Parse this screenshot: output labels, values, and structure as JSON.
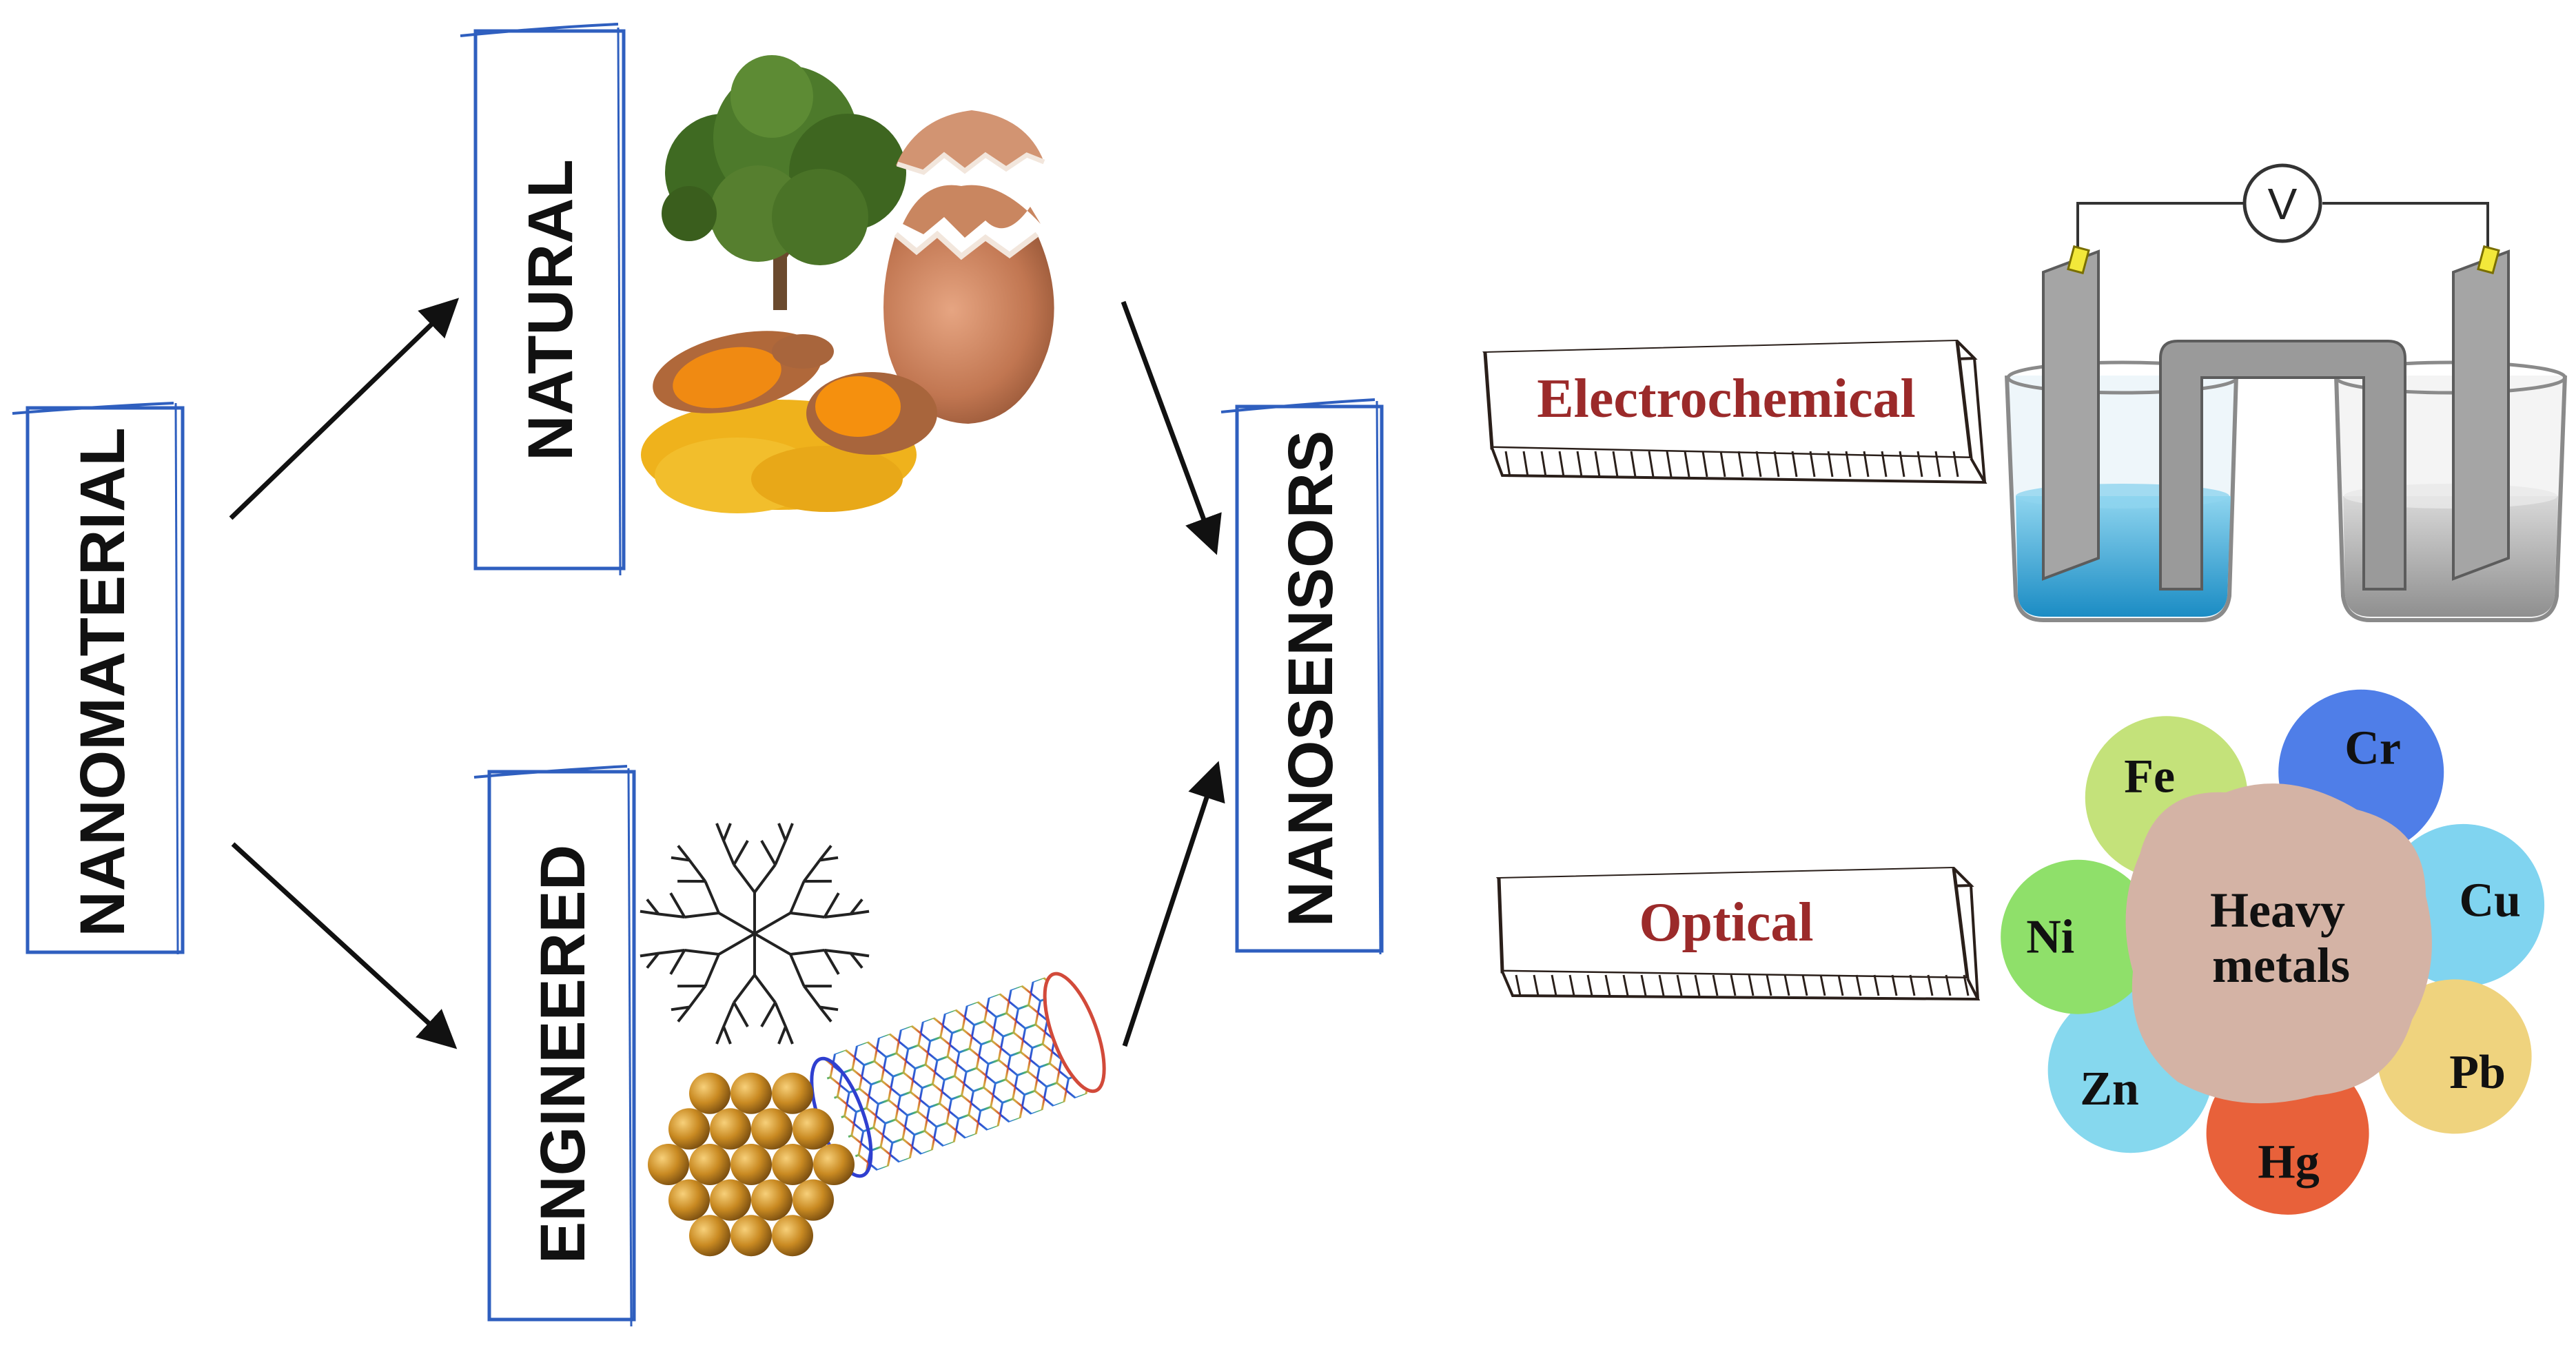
{
  "boxes": {
    "nanomaterial": "NANOMATERIAL",
    "natural": "NATURAL",
    "engineered": "ENGINEERED",
    "nanosensors": "NANOSENSORS"
  },
  "methods": {
    "electrochemical": "Electrochemical",
    "optical": "Optical"
  },
  "voltmeter": "V",
  "heavy_metals": {
    "center_line1": "Heavy",
    "center_line2": "metals",
    "elements": [
      {
        "symbol": "Cr",
        "color": "#4f7ee8"
      },
      {
        "symbol": "Cu",
        "color": "#80d4f0"
      },
      {
        "symbol": "Pb",
        "color": "#efd37e"
      },
      {
        "symbol": "Hg",
        "color": "#e8613a"
      },
      {
        "symbol": "Zn",
        "color": "#86d8ee"
      },
      {
        "symbol": "Ni",
        "color": "#8fe06a"
      },
      {
        "symbol": "Fe",
        "color": "#c4e27a"
      }
    ],
    "center_color": "#d4b3a5"
  },
  "colors": {
    "box_border": "#2f5fbf",
    "method_text": "#9b2a2a",
    "arrow": "#111111",
    "electrolyte": "#3aa9d8"
  },
  "icons": [
    "tree-icon",
    "eggshell-icon",
    "turmeric-icon",
    "dendrimer-icon",
    "nanoparticle-cluster-icon",
    "carbon-nanotube-icon",
    "electrochemical-cell-icon"
  ]
}
